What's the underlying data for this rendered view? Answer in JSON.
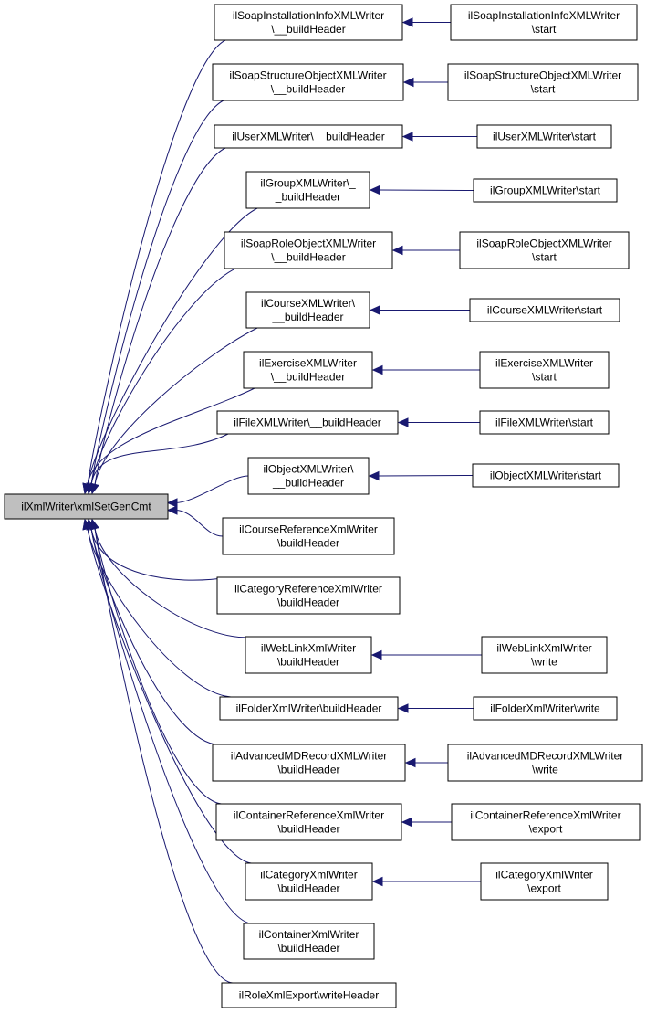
{
  "diagram": {
    "type": "call-graph",
    "edge_color": "#191970",
    "root_fill": "#bfbfbf",
    "root": {
      "id": "root",
      "lines": [
        "ilXmlWriter\\xmlSetGenCmt"
      ]
    },
    "callers": [
      {
        "id": "c1",
        "lines": [
          "ilSoapInstallationInfoXMLWriter",
          "\\__buildHeader"
        ],
        "caller": {
          "id": "c1s",
          "lines": [
            "ilSoapInstallationInfoXMLWriter",
            "\\start"
          ]
        }
      },
      {
        "id": "c2",
        "lines": [
          "ilSoapStructureObjectXMLWriter",
          "\\__buildHeader"
        ],
        "caller": {
          "id": "c2s",
          "lines": [
            "ilSoapStructureObjectXMLWriter",
            "\\start"
          ]
        }
      },
      {
        "id": "c3",
        "lines": [
          "ilUserXMLWriter\\__buildHeader"
        ],
        "caller": {
          "id": "c3s",
          "lines": [
            "ilUserXMLWriter\\start"
          ]
        }
      },
      {
        "id": "c4",
        "lines": [
          "ilGroupXMLWriter\\_",
          "_buildHeader"
        ],
        "caller": {
          "id": "c4s",
          "lines": [
            "ilGroupXMLWriter\\start"
          ]
        }
      },
      {
        "id": "c5",
        "lines": [
          "ilSoapRoleObjectXMLWriter",
          "\\__buildHeader"
        ],
        "caller": {
          "id": "c5s",
          "lines": [
            "ilSoapRoleObjectXMLWriter",
            "\\start"
          ]
        }
      },
      {
        "id": "c6",
        "lines": [
          "ilCourseXMLWriter\\",
          "__buildHeader"
        ],
        "caller": {
          "id": "c6s",
          "lines": [
            "ilCourseXMLWriter\\start"
          ]
        }
      },
      {
        "id": "c7",
        "lines": [
          "ilExerciseXMLWriter",
          "\\__buildHeader"
        ],
        "caller": {
          "id": "c7s",
          "lines": [
            "ilExerciseXMLWriter",
            "\\start"
          ]
        }
      },
      {
        "id": "c8",
        "lines": [
          "ilFileXMLWriter\\__buildHeader"
        ],
        "caller": {
          "id": "c8s",
          "lines": [
            "ilFileXMLWriter\\start"
          ]
        }
      },
      {
        "id": "c9",
        "lines": [
          "ilObjectXMLWriter\\",
          "__buildHeader"
        ],
        "caller": {
          "id": "c9s",
          "lines": [
            "ilObjectXMLWriter\\start"
          ]
        }
      },
      {
        "id": "c10",
        "lines": [
          "ilCourseReferenceXmlWriter",
          "\\buildHeader"
        ],
        "caller": null
      },
      {
        "id": "c11",
        "lines": [
          "ilCategoryReferenceXmlWriter",
          "\\buildHeader"
        ],
        "caller": null
      },
      {
        "id": "c12",
        "lines": [
          "ilWebLinkXmlWriter",
          "\\buildHeader"
        ],
        "caller": {
          "id": "c12s",
          "lines": [
            "ilWebLinkXmlWriter",
            "\\write"
          ]
        }
      },
      {
        "id": "c13",
        "lines": [
          "ilFolderXmlWriter\\buildHeader"
        ],
        "caller": {
          "id": "c13s",
          "lines": [
            "ilFolderXmlWriter\\write"
          ]
        }
      },
      {
        "id": "c14",
        "lines": [
          "ilAdvancedMDRecordXMLWriter",
          "\\buildHeader"
        ],
        "caller": {
          "id": "c14s",
          "lines": [
            "ilAdvancedMDRecordXMLWriter",
            "\\write"
          ]
        }
      },
      {
        "id": "c15",
        "lines": [
          "ilContainerReferenceXmlWriter",
          "\\buildHeader"
        ],
        "caller": {
          "id": "c15s",
          "lines": [
            "ilContainerReferenceXmlWriter",
            "\\export"
          ]
        }
      },
      {
        "id": "c16",
        "lines": [
          "ilCategoryXmlWriter",
          "\\buildHeader"
        ],
        "caller": {
          "id": "c16s",
          "lines": [
            "ilCategoryXmlWriter",
            "\\export"
          ]
        }
      },
      {
        "id": "c17",
        "lines": [
          "ilContainerXmlWriter",
          "\\buildHeader"
        ],
        "caller": null
      },
      {
        "id": "c18",
        "lines": [
          "ilRoleXmlExport\\writeHeader"
        ],
        "caller": null
      }
    ]
  }
}
